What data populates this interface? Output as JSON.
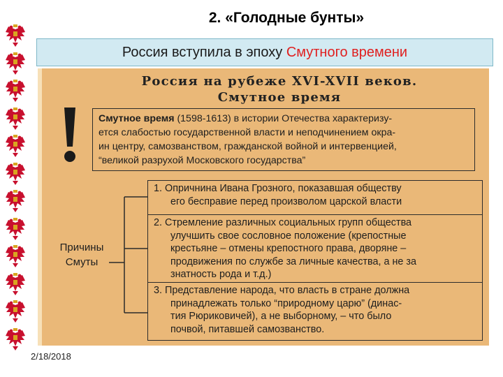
{
  "slide": {
    "title": "2. «Голодные бунты»",
    "subtitle_plain": "Россия вступила в эпоху ",
    "subtitle_highlight": "Смутного времени",
    "date": "2/18/2018",
    "highlight_color": "#e02020"
  },
  "poster": {
    "title_line1": "Россия на рубеже XVI-XVII веков.",
    "title_line2": "Смутное время",
    "definition": {
      "term": "Смутное время",
      "lines": [
        " (1598-1613) в истории Отечества характеризу-",
        "ется слабостью государственной власти и неподчинением окра-",
        "ин центру, самозванством, гражданской войной и интервенцией,",
        "“великой разрухой Московского государства”"
      ]
    },
    "causes_label_line1": "Причины",
    "causes_label_line2": "Смуты",
    "causes": [
      {
        "first": "1. Опричнина Ивана Грозного, показавшая обществу",
        "rest": [
          "его бесправие перед произволом царской власти"
        ]
      },
      {
        "first": "2. Стремление различных социальных групп общества",
        "rest": [
          "улучшить свое сословное положение (крепостные",
          "крестьяне – отмены крепостного права, дворяне –",
          "продвижения по службе за личные качества, а не за",
          "знатность рода и т.д.)"
        ]
      },
      {
        "first": "3. Представление народа, что власть в стране должна",
        "rest": [
          "принадлежать только “природному царю” (динас-",
          "тия Рюриковичей), а не выборному, – что было",
          "почвой, питавшей самозванство."
        ]
      }
    ]
  },
  "decor": {
    "eagle_icon": "double-headed-eagle-icon",
    "eagle_color": "#c8102e",
    "poster_color": "#eab878"
  }
}
